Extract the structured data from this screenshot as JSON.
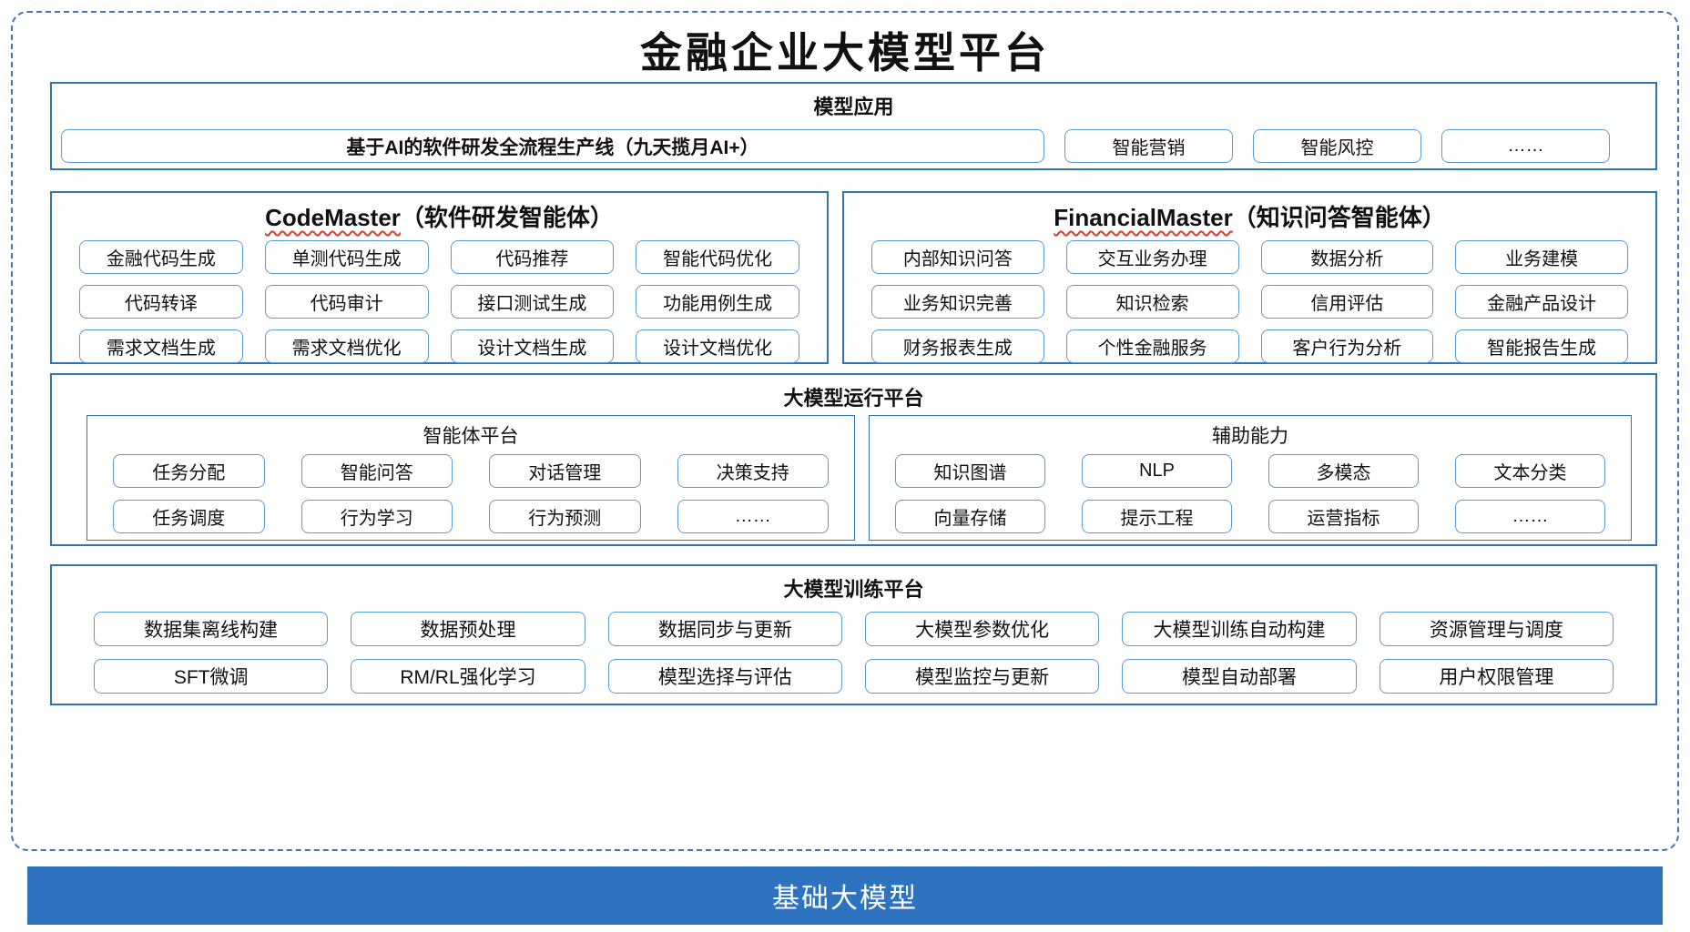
{
  "colors": {
    "outer_dashed_border": "#4472c4",
    "section_border": "#2e75b6",
    "item_border": "#5b9bd5",
    "squiggle_underline": "#dd3a2a",
    "foundation_bg": "#2e73bf",
    "foundation_text": "#ffffff"
  },
  "title": "金融企业大模型平台",
  "model_app": {
    "header": "模型应用",
    "pipeline": "基于AI的软件研发全流程生产线（九天揽月AI+）",
    "items": [
      "智能营销",
      "智能风控",
      "……"
    ]
  },
  "code_master": {
    "name": "CodeMaster",
    "subtitle": "（软件研发智能体）",
    "items": [
      "金融代码生成",
      "单测代码生成",
      "代码推荐",
      "智能代码优化",
      "代码转译",
      "代码审计",
      "接口测试生成",
      "功能用例生成",
      "需求文档生成",
      "需求文档优化",
      "设计文档生成",
      "设计文档优化"
    ]
  },
  "financial_master": {
    "name": "FinancialMaster",
    "subtitle": "（知识问答智能体）",
    "items": [
      "内部知识问答",
      "交互业务办理",
      "数据分析",
      "业务建模",
      "业务知识完善",
      "知识检索",
      "信用评估",
      "金融产品设计",
      "财务报表生成",
      "个性金融服务",
      "客户行为分析",
      "智能报告生成"
    ]
  },
  "runtime": {
    "header": "大模型运行平台",
    "agent_platform": {
      "header": "智能体平台",
      "items": [
        "任务分配",
        "智能问答",
        "对话管理",
        "决策支持",
        "任务调度",
        "行为学习",
        "行为预测",
        "……"
      ]
    },
    "aux_capabilities": {
      "header": "辅助能力",
      "items": [
        "知识图谱",
        "NLP",
        "多模态",
        "文本分类",
        "向量存储",
        "提示工程",
        "运营指标",
        "……"
      ]
    }
  },
  "training": {
    "header": "大模型训练平台",
    "items": [
      "数据集离线构建",
      "数据预处理",
      "数据同步与更新",
      "大模型参数优化",
      "大模型训练自动构建",
      "资源管理与调度",
      "SFT微调",
      "RM/RL强化学习",
      "模型选择与评估",
      "模型监控与更新",
      "模型自动部署",
      "用户权限管理"
    ]
  },
  "foundation": {
    "label": "基础大模型"
  }
}
